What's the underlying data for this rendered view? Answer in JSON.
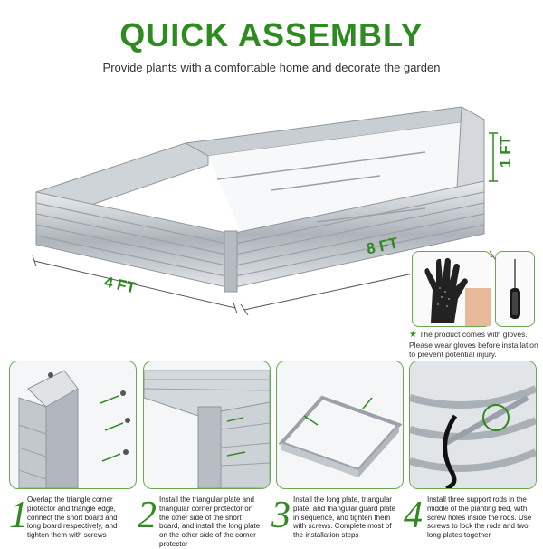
{
  "header": {
    "title": "QUICK ASSEMBLY",
    "subtitle": "Provide plants with a comfortable home and decorate the garden"
  },
  "dimensions": {
    "width_label": "4 FT",
    "length_label": "8 FT",
    "height_label": "1 FT"
  },
  "glove_note": {
    "star": "★",
    "text": "The product comes with gloves. Please wear gloves before installation to prevent potential injury."
  },
  "steps": [
    {
      "number": "1",
      "text": "Overlap the triangle corner protector and triangle edge, connect the short board and long board respectively, and tighten them with screws"
    },
    {
      "number": "2",
      "text": "Install the triangular plate and triangular corner protector on the other side of the short board, and install the long plate on the other side of the corner protector"
    },
    {
      "number": "3",
      "text": "Install the long plate, triangular plate, and triangular guard plate in sequence, and tighten them with screws. Complete most of the installation steps"
    },
    {
      "number": "4",
      "text": "Install three support rods in the middle of the planting bed, with screw holes inside the rods. Use screws to lock the rods and two long plates together"
    }
  ],
  "colors": {
    "brand_green": "#2e8b1f",
    "metal": "#c9ced3",
    "metal_dark": "#9aa1a8"
  }
}
